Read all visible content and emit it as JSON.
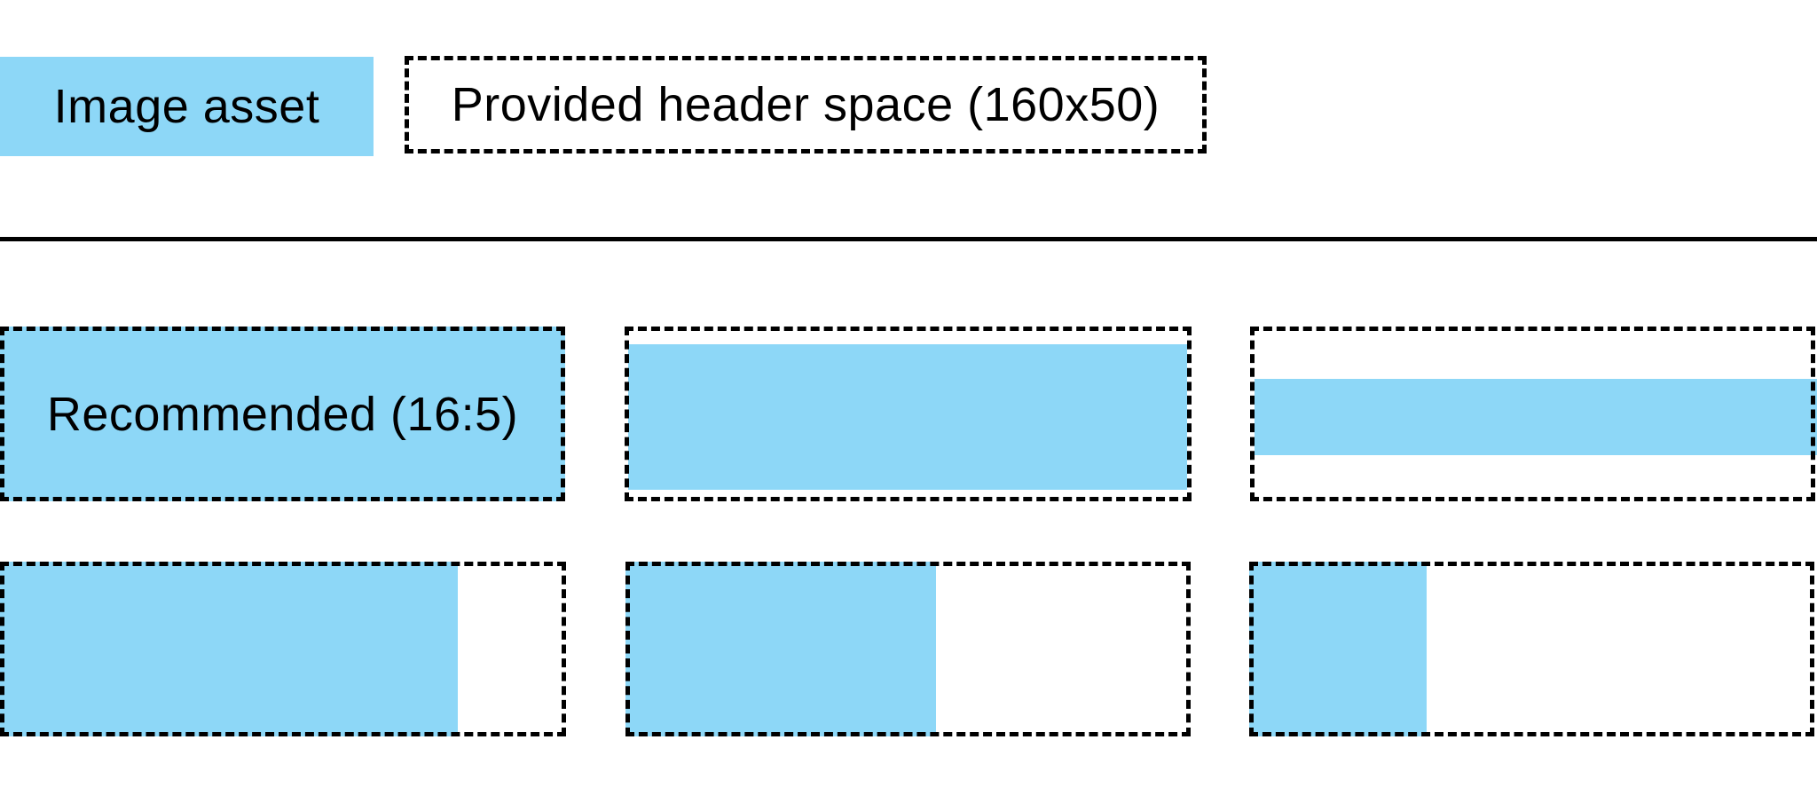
{
  "legend": {
    "asset_label": "Image asset",
    "header_space_label": "Provided header space (160x50)"
  },
  "examples": {
    "recommended_label": "Recommended (16:5)"
  },
  "colors": {
    "asset_blue": "#8DD7F7",
    "line_color": "#000000",
    "text_color": "#000000",
    "background": "#FFFFFF"
  }
}
